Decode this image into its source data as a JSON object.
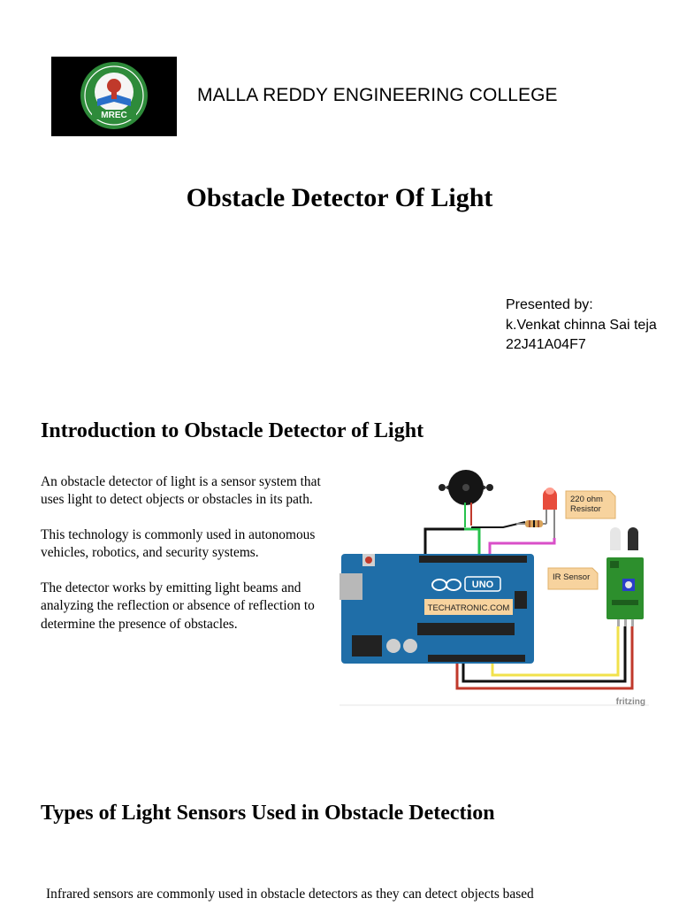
{
  "header": {
    "college_name": "MALLA REDDY ENGINEERING COLLEGE",
    "logo_text": "MREC"
  },
  "document": {
    "title": "Obstacle Detector Of Light"
  },
  "presenter": {
    "label": "Presented by:",
    "name": "k.Venkat chinna Sai teja",
    "roll": "22J41A04F7"
  },
  "intro": {
    "heading": "Introduction to Obstacle Detector of Light",
    "paragraphs": [
      "An obstacle detector of light is a sensor system that uses light to detect objects or obstacles in its path.",
      "This technology is commonly used in autonomous vehicles, robotics, and security systems.",
      "The detector works by emitting light beams and analyzing the reflection or absence of reflection to determine the presence of obstacles."
    ]
  },
  "circuit": {
    "resistor_label_line1": "220 ohm",
    "resistor_label_line2": "Resistor",
    "sensor_label": "IR Sensor",
    "board_label": "TECHATRONIC.COM",
    "board_model": "UNO",
    "watermark": "fritzing"
  },
  "types": {
    "heading": "Types of Light Sensors Used in Obstacle Detection",
    "text": "Infrared sensors are commonly used in obstacle detectors as they can detect objects based"
  },
  "colors": {
    "board_blue": "#1f6ea8",
    "logo_green": "#2e8b3a",
    "wire_red": "#c0392b",
    "wire_yellow": "#f1e14b",
    "wire_green": "#27c24c",
    "wire_magenta": "#d94fc8"
  }
}
